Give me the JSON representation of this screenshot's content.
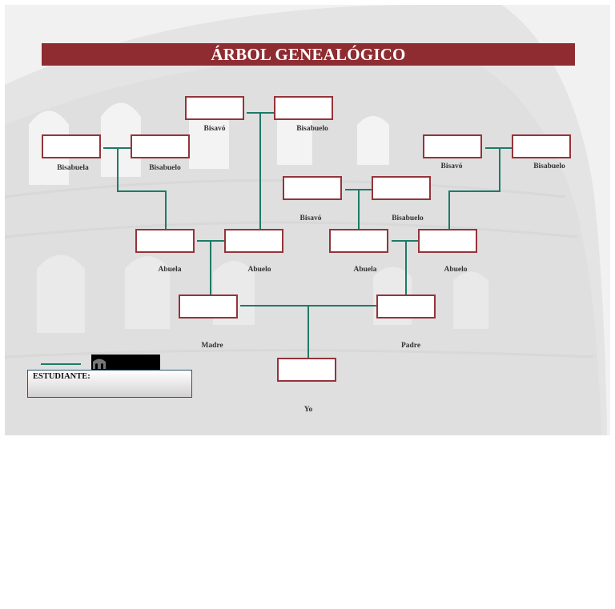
{
  "title": "ÁRBOL GENEALÓGICO",
  "labels": {
    "bisabuela_left": "Bisabuela",
    "bisabuelo_left": "Bisabuelo",
    "bisavo_top": "Bisavó",
    "bisabuelo_top": "Bisabuelo",
    "bisavo_mid": "Bisavó",
    "bisabuelo_mid": "Bisabuelo",
    "bisavo_right": "Bisavó",
    "bisabuelo_right": "Bisabuelo",
    "abuela_1": "Abuela",
    "abuelo_1": "Abuelo",
    "abuela_2": "Abuela",
    "abuelo_2": "Abuelo",
    "madre": "Madre",
    "padre": "Padre",
    "yo": "Yo"
  },
  "student": {
    "label": "ESTUDIANTE:"
  },
  "colors": {
    "title_bar": "#8e2c31",
    "box_border": "#95343a",
    "connector": "#1e7a68",
    "student_border": "#2e5668"
  }
}
